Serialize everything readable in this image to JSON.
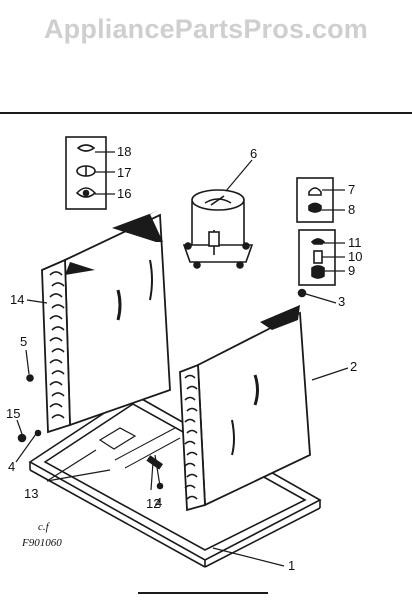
{
  "watermark": "AppliancePartsPros.com",
  "callouts": [
    "1",
    "2",
    "3",
    "4",
    "4",
    "5",
    "6",
    "7",
    "8",
    "9",
    "10",
    "11",
    "12",
    "13",
    "14",
    "15",
    "16",
    "17",
    "18"
  ],
  "figure_code_top": "c.f",
  "figure_code": "F901060",
  "colors": {
    "line": "#1a1a1a",
    "watermark": "#cfcfcf",
    "background": "#ffffff"
  }
}
